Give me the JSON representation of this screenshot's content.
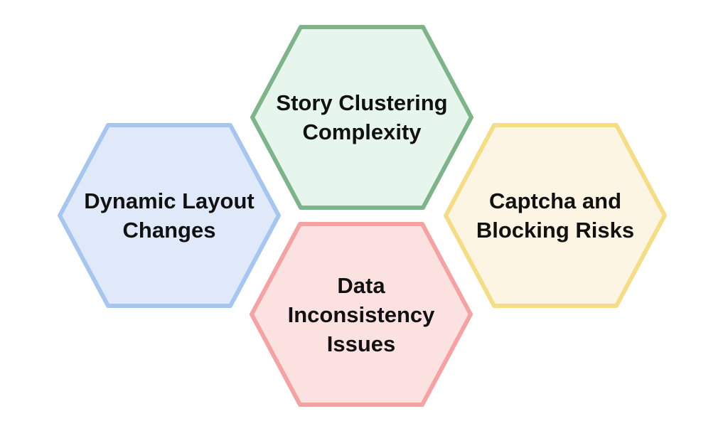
{
  "canvas": {
    "background": "#ffffff"
  },
  "diagram": {
    "type": "hexagon-cluster",
    "nodes": [
      {
        "id": "story-clustering-complexity",
        "position": "top",
        "label": "Story Clustering\nComplexity",
        "fill": "#e7f6ec",
        "stroke": "#7db489"
      },
      {
        "id": "dynamic-layout-changes",
        "position": "left",
        "label": "Dynamic Layout\nChanges",
        "fill": "#dfe9f9",
        "stroke": "#a6c6ef"
      },
      {
        "id": "captcha-and-blocking-risks",
        "position": "right",
        "label": "Captcha and\nBlocking Risks",
        "fill": "#fdf5e3",
        "stroke": "#f5dd85"
      },
      {
        "id": "data-inconsistency-issues",
        "position": "bottom",
        "label": "Data\nInconsistency\nIssues",
        "fill": "#fce1e1",
        "stroke": "#f5a2a2"
      }
    ],
    "text_color": "#111111"
  }
}
